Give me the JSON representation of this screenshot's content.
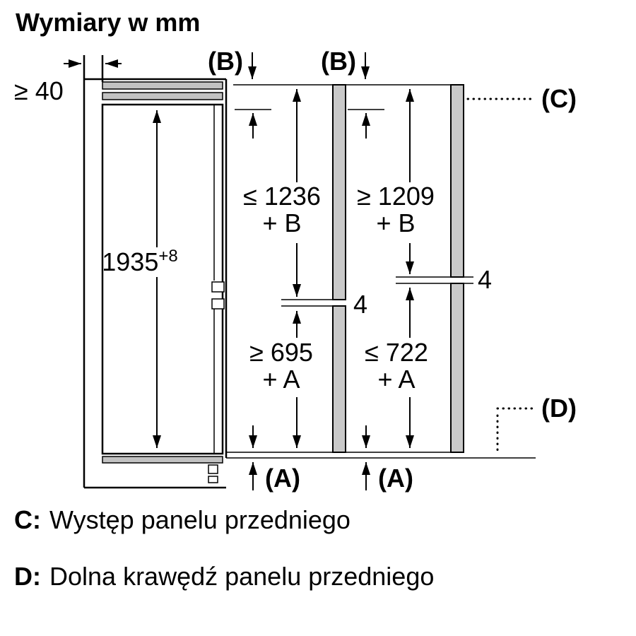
{
  "heading": "Wymiary w mm",
  "diagram": {
    "wall_gap": "≥ 40",
    "niche_height": "1935",
    "niche_height_sup": "+8",
    "gap_left": "4",
    "gap_right": "4",
    "dim_upper_left": "≤ 1236",
    "dim_upper_left_add": "+ B",
    "dim_upper_right": "≥ 1209",
    "dim_upper_right_add": "+ B",
    "dim_lower_left": "≥ 695",
    "dim_lower_left_add": "+ A",
    "dim_lower_right": "≤ 722",
    "dim_lower_right_add": "+ A",
    "ref_b_left": "(B)",
    "ref_b_right": "(B)",
    "ref_c": "(C)",
    "ref_d": "(D)",
    "ref_a_left": "(A)",
    "ref_a_right": "(A)"
  },
  "legend": {
    "c_key": "C:",
    "c_text": "Występ panelu przedniego",
    "d_key": "D:",
    "d_text": "Dolna krawędź panelu przedniego"
  },
  "colors": {
    "line": "#000000",
    "panel_fill": "#c9c9c9",
    "background": "#ffffff"
  }
}
